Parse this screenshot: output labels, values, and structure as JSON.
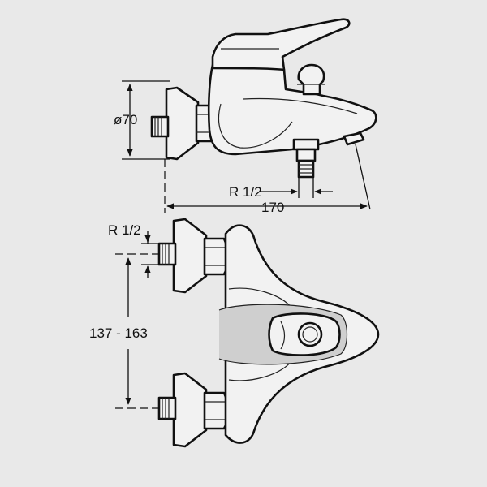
{
  "dimensions": {
    "diameter": "ø70",
    "thread_top": "R 1/2",
    "length": "170",
    "thread_bottom": "R 1/2",
    "spacing": "137 - 163"
  },
  "colors": {
    "background": "#e9e9e9",
    "line": "#111111",
    "fill": "#f2f2f2",
    "shade": "#cfcfcf"
  }
}
